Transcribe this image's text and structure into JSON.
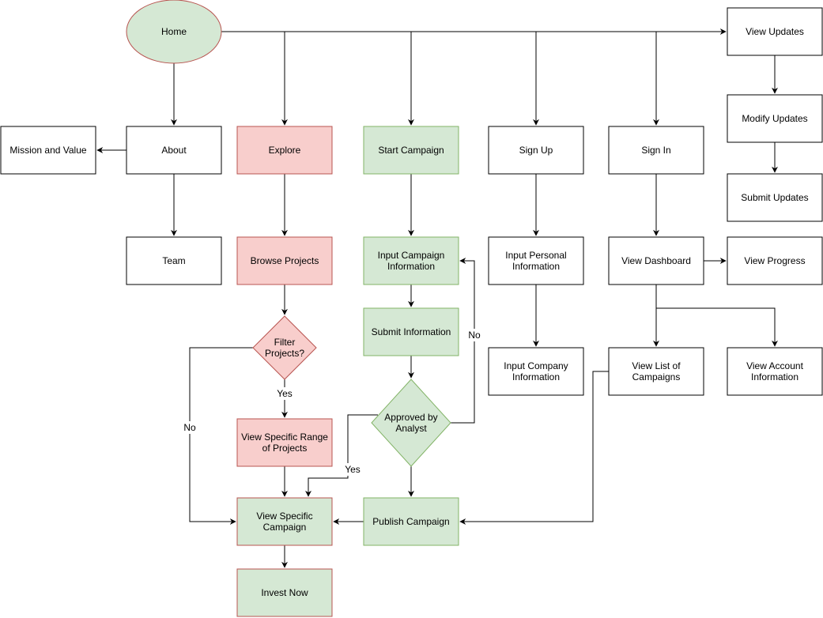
{
  "colors": {
    "white_fill": "#ffffff",
    "white_stroke": "#000000",
    "red_fill": "#f8cecc",
    "red_stroke": "#b85450",
    "green_fill": "#d5e8d4",
    "green_stroke": "#82b366",
    "edge": "#000000"
  },
  "nodes": {
    "home": {
      "lines": [
        "Home"
      ],
      "shape": "ellipse",
      "style": "green_red"
    },
    "about": {
      "lines": [
        "About"
      ],
      "shape": "rect",
      "style": "white"
    },
    "mission": {
      "lines": [
        "Mission and Value"
      ],
      "shape": "rect",
      "style": "white"
    },
    "team": {
      "lines": [
        "Team"
      ],
      "shape": "rect",
      "style": "white"
    },
    "explore": {
      "lines": [
        "Explore"
      ],
      "shape": "rect",
      "style": "red"
    },
    "browse": {
      "lines": [
        "Browse Projects"
      ],
      "shape": "rect",
      "style": "red"
    },
    "filter": {
      "lines": [
        "Filter",
        "Projects?"
      ],
      "shape": "diamond",
      "style": "red"
    },
    "range": {
      "lines": [
        "View Specific Range",
        "of Projects"
      ],
      "shape": "rect",
      "style": "red"
    },
    "viewcamp": {
      "lines": [
        "View Specific",
        "Campaign"
      ],
      "shape": "rect",
      "style": "green_red"
    },
    "invest": {
      "lines": [
        "Invest Now"
      ],
      "shape": "rect",
      "style": "green_red"
    },
    "start": {
      "lines": [
        "Start Campaign"
      ],
      "shape": "rect",
      "style": "green"
    },
    "inputcamp": {
      "lines": [
        "Input Campaign",
        "Information"
      ],
      "shape": "rect",
      "style": "green"
    },
    "submitinfo": {
      "lines": [
        "Submit Information"
      ],
      "shape": "rect",
      "style": "green"
    },
    "approved": {
      "lines": [
        "Approved by",
        "Analyst"
      ],
      "shape": "diamond",
      "style": "green"
    },
    "publish": {
      "lines": [
        "Publish Campaign"
      ],
      "shape": "rect",
      "style": "green"
    },
    "signup": {
      "lines": [
        "Sign Up"
      ],
      "shape": "rect",
      "style": "white"
    },
    "personal": {
      "lines": [
        "Input Personal",
        "Information"
      ],
      "shape": "rect",
      "style": "white"
    },
    "company": {
      "lines": [
        "Input Company",
        "Information"
      ],
      "shape": "rect",
      "style": "white"
    },
    "signin": {
      "lines": [
        "Sign In"
      ],
      "shape": "rect",
      "style": "white"
    },
    "dashboard": {
      "lines": [
        "View Dashboard"
      ],
      "shape": "rect",
      "style": "white"
    },
    "progress": {
      "lines": [
        "View Progress"
      ],
      "shape": "rect",
      "style": "white"
    },
    "listcamp": {
      "lines": [
        "View List of",
        "Campaigns"
      ],
      "shape": "rect",
      "style": "white"
    },
    "account": {
      "lines": [
        "View Account",
        "Information"
      ],
      "shape": "rect",
      "style": "white"
    },
    "viewupd": {
      "lines": [
        "View Updates"
      ],
      "shape": "rect",
      "style": "white"
    },
    "modupd": {
      "lines": [
        "Modify Updates"
      ],
      "shape": "rect",
      "style": "white"
    },
    "subupd": {
      "lines": [
        "Submit Updates"
      ],
      "shape": "rect",
      "style": "white"
    }
  },
  "edge_labels": {
    "yes_filter": "Yes",
    "no_filter": "No",
    "no_approved": "No",
    "yes_approved": "Yes"
  }
}
